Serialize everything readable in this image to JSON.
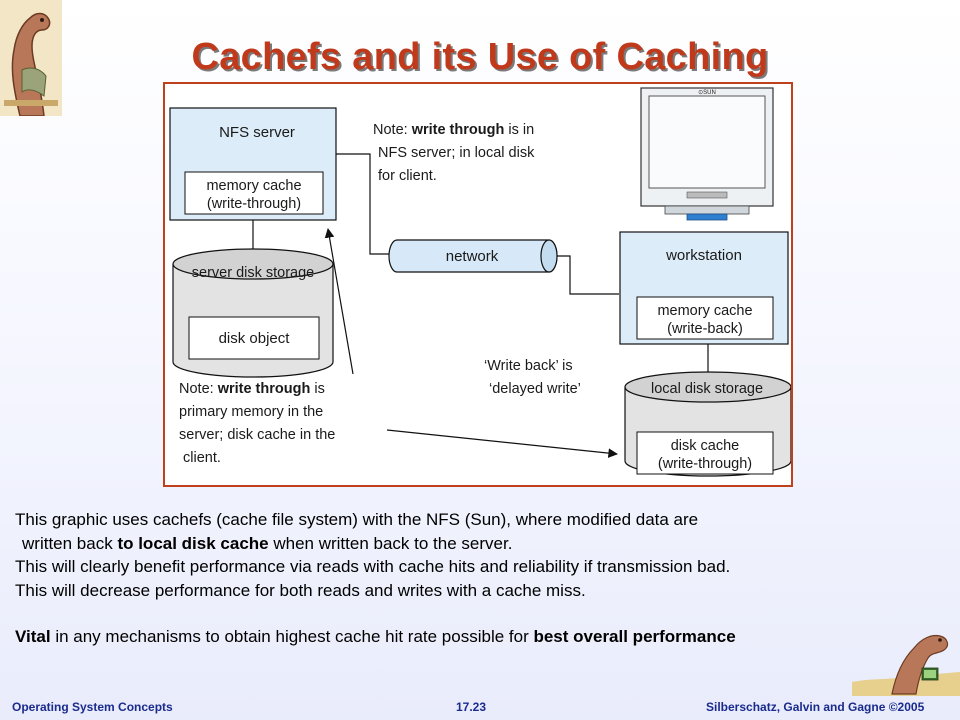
{
  "title": "Cachefs and its Use of Caching",
  "diagram": {
    "nfs_server_label": "NFS server",
    "nfs_memory_cache_line1": "memory cache",
    "nfs_memory_cache_line2": "(write-through)",
    "server_disk_label": "server disk storage",
    "disk_object_label": "disk object",
    "network_label": "network",
    "workstation_label": "workstation",
    "ws_memory_cache_line1": "memory cache",
    "ws_memory_cache_line2": "(write-back)",
    "local_disk_label": "local disk storage",
    "disk_cache_line1": "disk cache",
    "disk_cache_line2": "(write-through)",
    "monitor_brand": "⊙SUN",
    "note_top": {
      "line1_pre": "Note:  ",
      "line1_bold": "write through",
      "line1_post": " is in",
      "line2": "NFS server;  in local disk",
      "line3": "for client."
    },
    "note_left": {
      "line1_pre": "Note:  ",
      "line1_bold": "write through",
      "line1_post": " is",
      "line2": "primary memory in the",
      "line3": "server;  disk cache in the",
      "line4": "client."
    },
    "note_write_back": {
      "line1": "‘Write back’ is",
      "line2": "‘delayed write’"
    }
  },
  "body": {
    "line1": "This graphic uses cachefs (cache file system) with the NFS (Sun), where modified data are",
    "line2_pre": " written back ",
    "line2_bold": "to local disk cache",
    "line2_post": " when written back to the server.",
    "line3": "This will clearly benefit performance via reads with cache hits and reliability if transmission bad.",
    "line4": "This will decrease performance for both reads and writes with a cache miss.",
    "line5_bold1": "Vital",
    "line5_mid": " in any mechanisms to obtain highest cache hit rate possible for ",
    "line5_bold2": "best overall performance"
  },
  "footer": {
    "left": "Operating System Concepts",
    "center": "17.23",
    "right": "Silberschatz, Galvin and Gagne ©2005"
  },
  "colors": {
    "title": "#c0391b",
    "frame_border": "#c0401c",
    "box_fill": "#dcecf8",
    "footer_text": "#1a2b8c"
  }
}
